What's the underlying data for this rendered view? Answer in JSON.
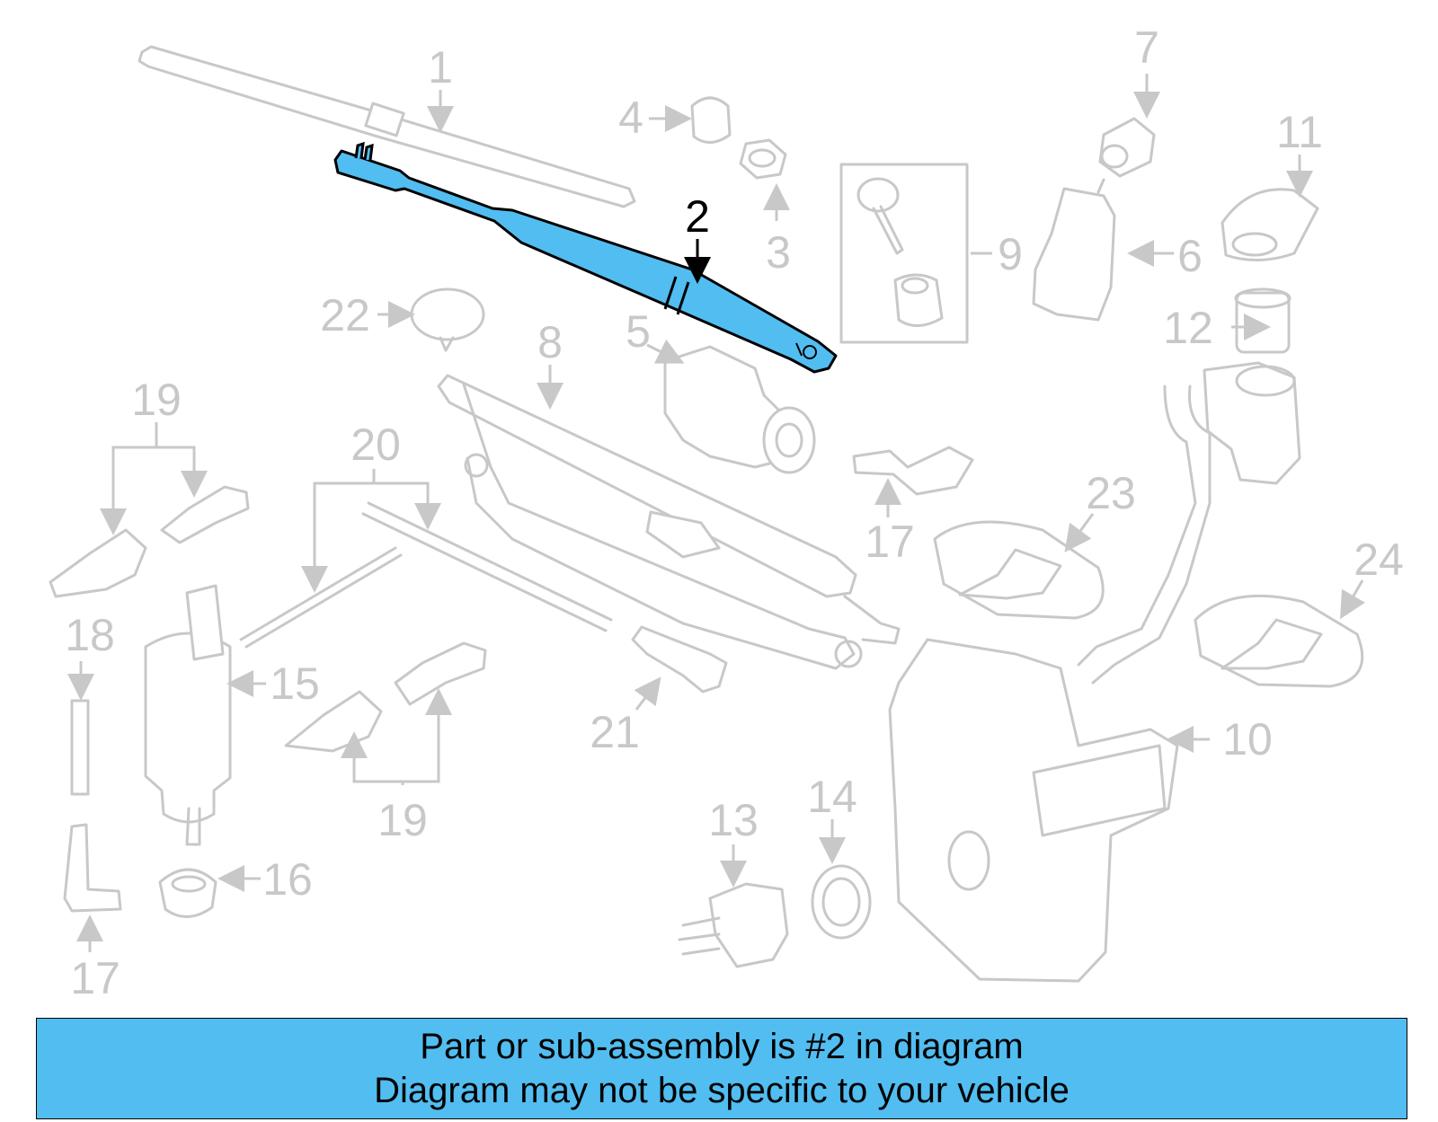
{
  "diagram": {
    "highlight_color": "#52bdf0",
    "part_color": "#c8c8c8",
    "callouts": [
      "1",
      "2",
      "3",
      "4",
      "5",
      "6",
      "7",
      "8",
      "9",
      "10",
      "11",
      "12",
      "13",
      "14",
      "15",
      "16",
      "17",
      "17",
      "18",
      "19",
      "19",
      "20",
      "21",
      "22",
      "23",
      "24"
    ],
    "highlighted_callout": "2"
  },
  "banner": {
    "line1": "Part or sub-assembly is #2 in diagram",
    "line2": "Diagram may not be specific to your vehicle",
    "color": "#52bdf0"
  }
}
